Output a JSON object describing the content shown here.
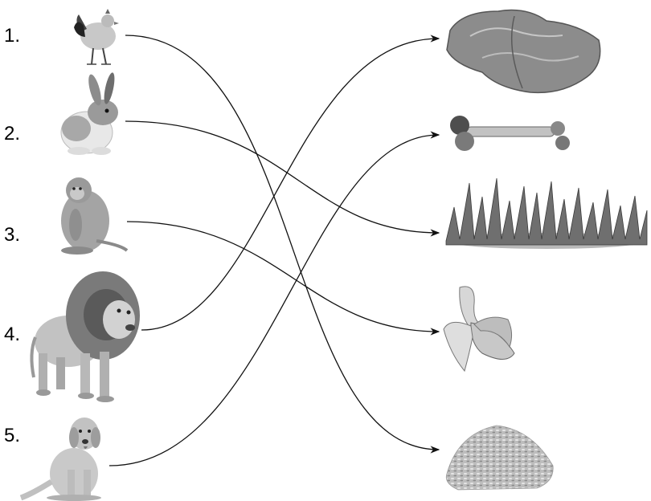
{
  "animals": [
    {
      "id": "hen",
      "number": "1.",
      "icon": "hen-icon"
    },
    {
      "id": "rabbit",
      "number": "2.",
      "icon": "rabbit-icon"
    },
    {
      "id": "monkey",
      "number": "3.",
      "icon": "monkey-icon"
    },
    {
      "id": "lion",
      "number": "4.",
      "icon": "lion-icon"
    },
    {
      "id": "dog",
      "number": "5.",
      "icon": "dog-icon"
    }
  ],
  "foods": [
    {
      "id": "meat",
      "icon": "meat-icon"
    },
    {
      "id": "bone",
      "icon": "bone-icon"
    },
    {
      "id": "grass",
      "icon": "grass-icon"
    },
    {
      "id": "banana",
      "icon": "banana-icon"
    },
    {
      "id": "grains",
      "icon": "grains-icon"
    }
  ],
  "matches": [
    {
      "animal": "hen",
      "food": "grains"
    },
    {
      "animal": "rabbit",
      "food": "grass"
    },
    {
      "animal": "monkey",
      "food": "banana"
    },
    {
      "animal": "lion",
      "food": "meat"
    },
    {
      "animal": "dog",
      "food": "bone"
    }
  ],
  "colors": {
    "ink": "#111111",
    "fur": "#b5b5b5",
    "dark": "#555555"
  }
}
